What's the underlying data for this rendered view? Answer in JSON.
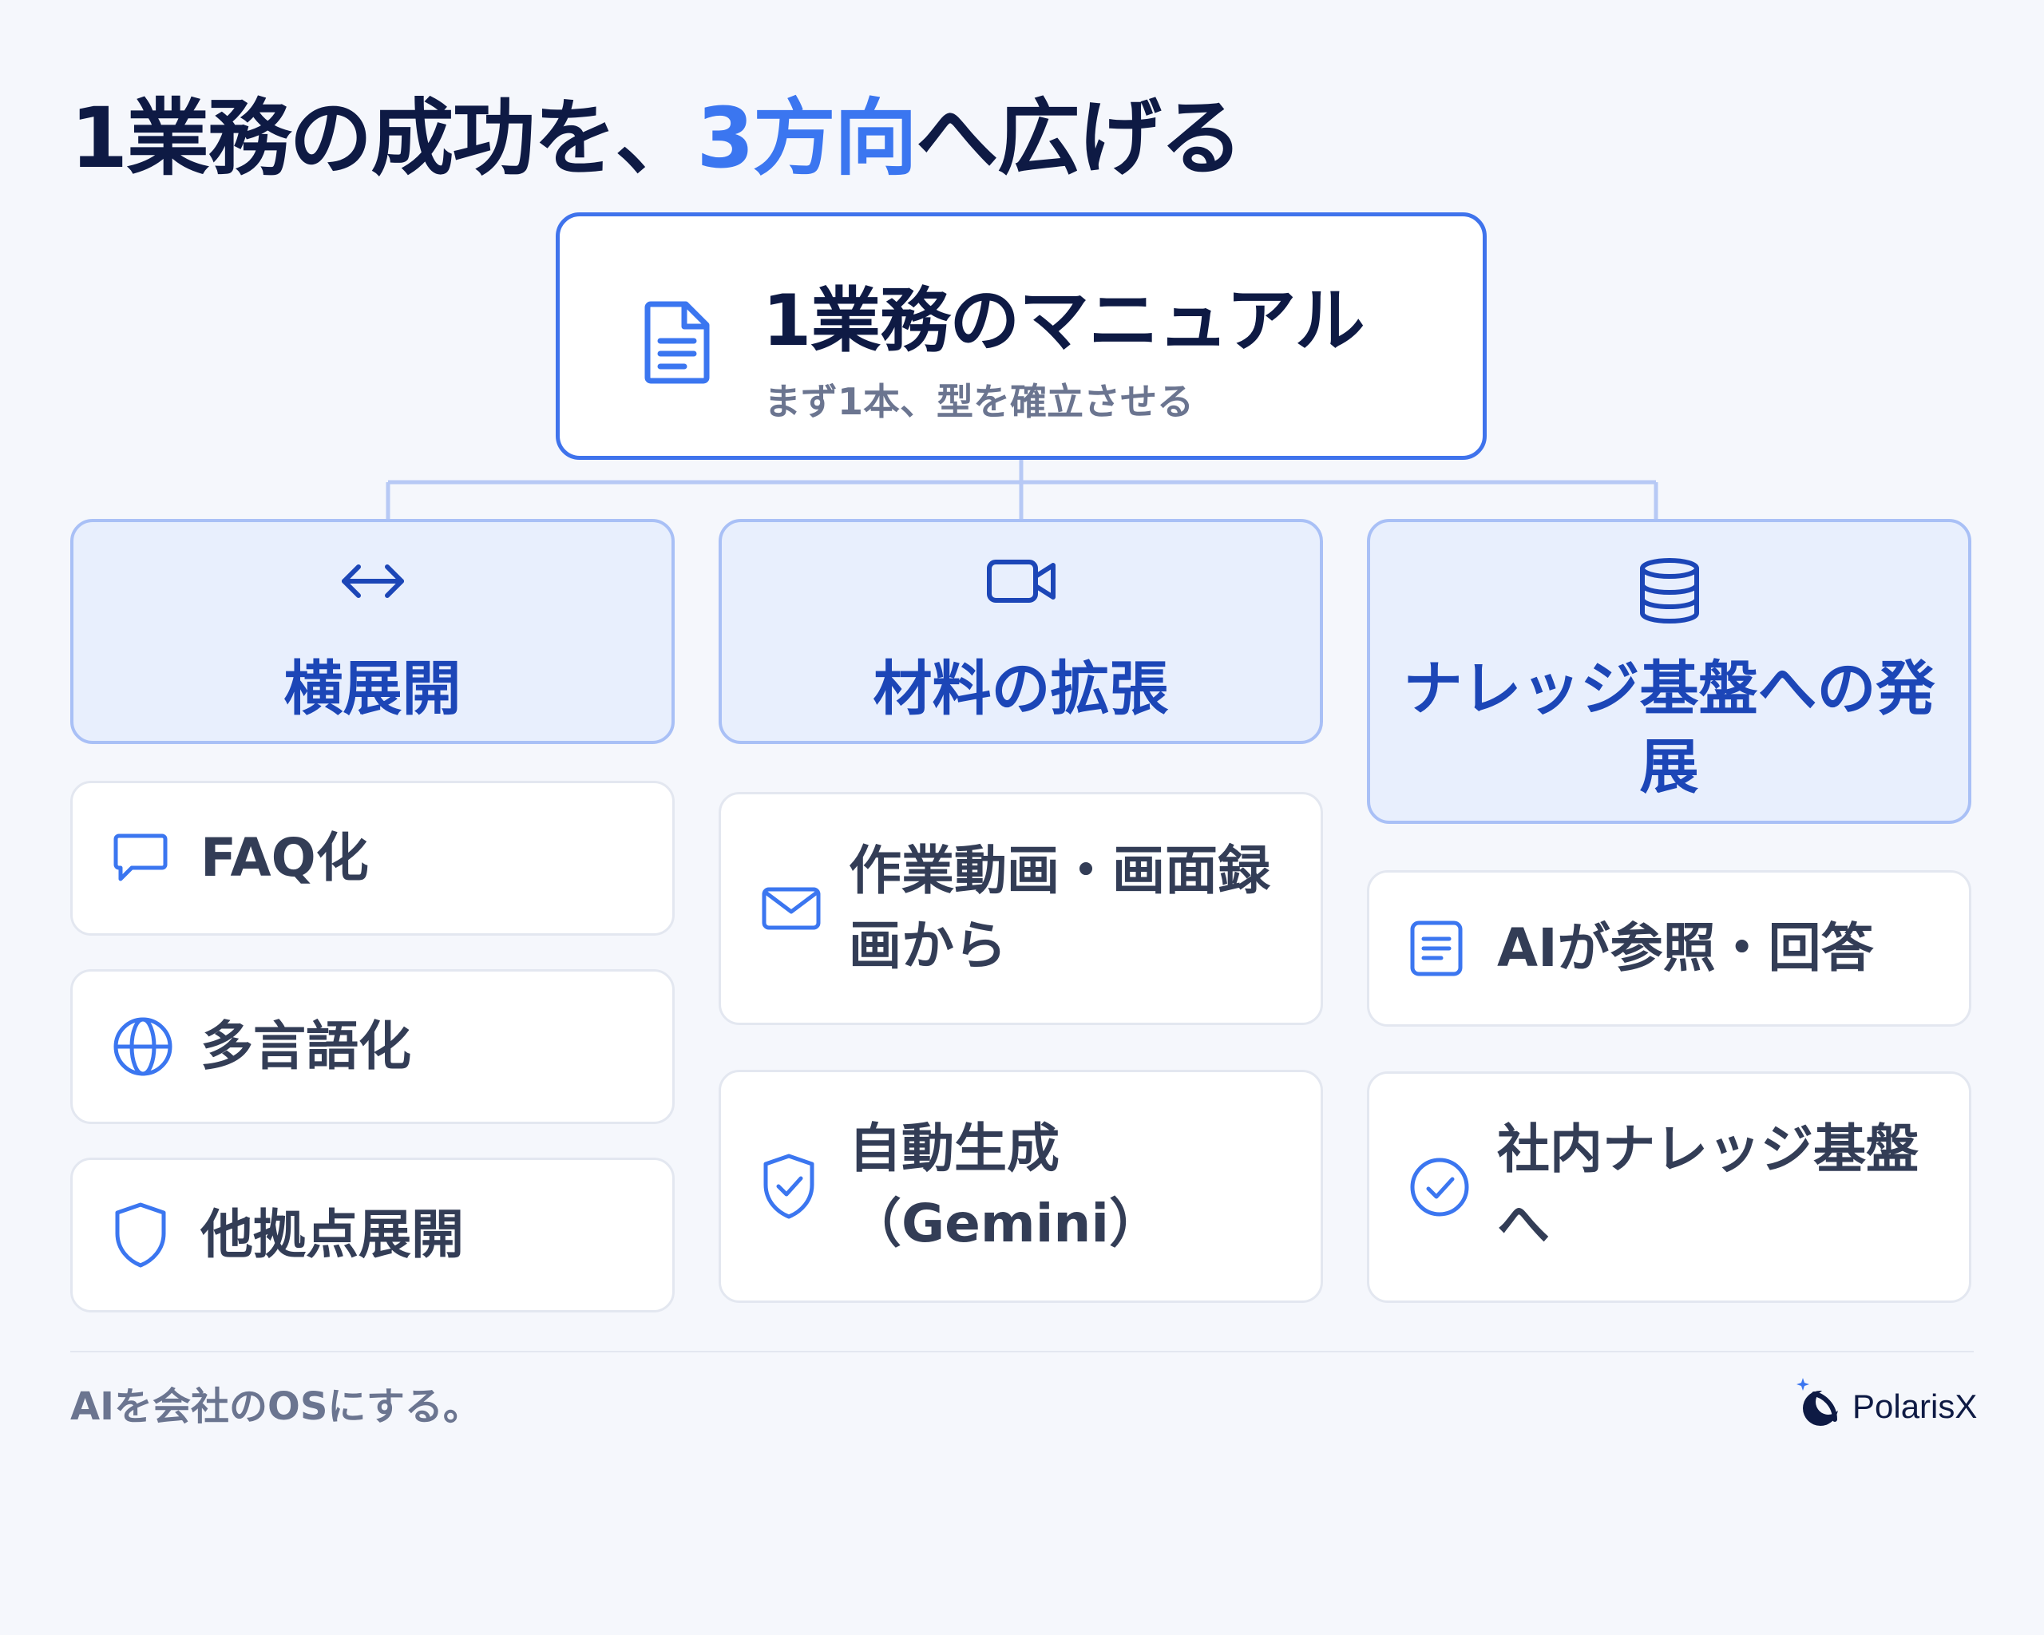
{
  "title": {
    "before": "1業務の成功を、",
    "highlight": "3方向",
    "after": "へ広げる"
  },
  "root": {
    "icon": "document-icon",
    "title": "1業務のマニュアル",
    "subtitle": "まず1本、型を確立させる"
  },
  "columns": [
    {
      "icon": "horizontal-arrows-icon",
      "title": "横展開",
      "items": [
        {
          "icon": "chat-icon",
          "label": "FAQ化"
        },
        {
          "icon": "globe-icon",
          "label": "多言語化"
        },
        {
          "icon": "shield-icon",
          "label": "他拠点展開"
        }
      ]
    },
    {
      "icon": "video-icon",
      "title": "材料の拡張",
      "items": [
        {
          "icon": "mail-icon",
          "label": "作業動画・画面録画から"
        },
        {
          "icon": "shield-check-icon",
          "label": "自動生成（Gemini）"
        }
      ]
    },
    {
      "icon": "database-icon",
      "title": "ナレッジ基盤への発展",
      "items": [
        {
          "icon": "text-document-icon",
          "label": "AIが参照・回答"
        },
        {
          "icon": "check-circle-icon",
          "label": "社内ナレッジ基盤へ"
        }
      ]
    }
  ],
  "footer": {
    "tagline": "AIを会社のOSにする。",
    "brand": "PolarisX"
  },
  "colors": {
    "accent": "#3b76f0",
    "navy": "#0e1a44",
    "header_bg": "#e8effd",
    "header_border": "#a9c0f6"
  }
}
